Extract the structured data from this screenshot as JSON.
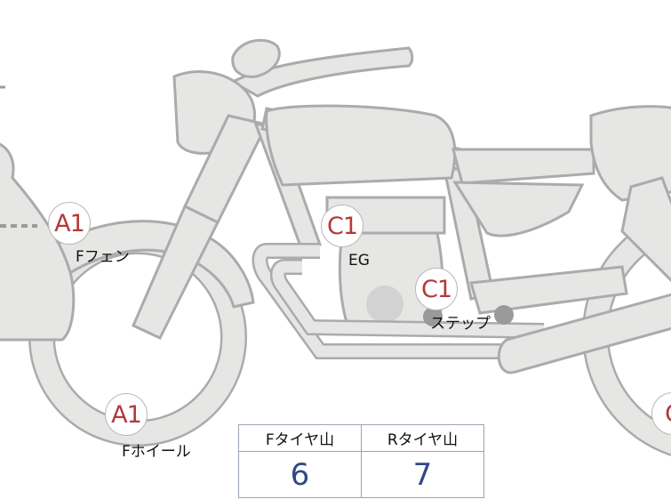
{
  "badges": {
    "front_fender": "A1",
    "front_wheel": "A1",
    "engine": "C1",
    "step": "C1",
    "rear_partial": "C"
  },
  "labels": {
    "front_fender": "Fフェン",
    "engine": "EG",
    "step": "ステップ",
    "front_wheel": "Fホイール"
  },
  "tire_table": {
    "headers": [
      "Fタイヤ山",
      "Rタイヤ山"
    ],
    "values": [
      "6",
      "7"
    ]
  },
  "colors": {
    "part_fill": "#e6e6e4",
    "part_outline": "#a9abac",
    "badge_text": "#b33a3a",
    "value_text": "#2e4a86"
  }
}
